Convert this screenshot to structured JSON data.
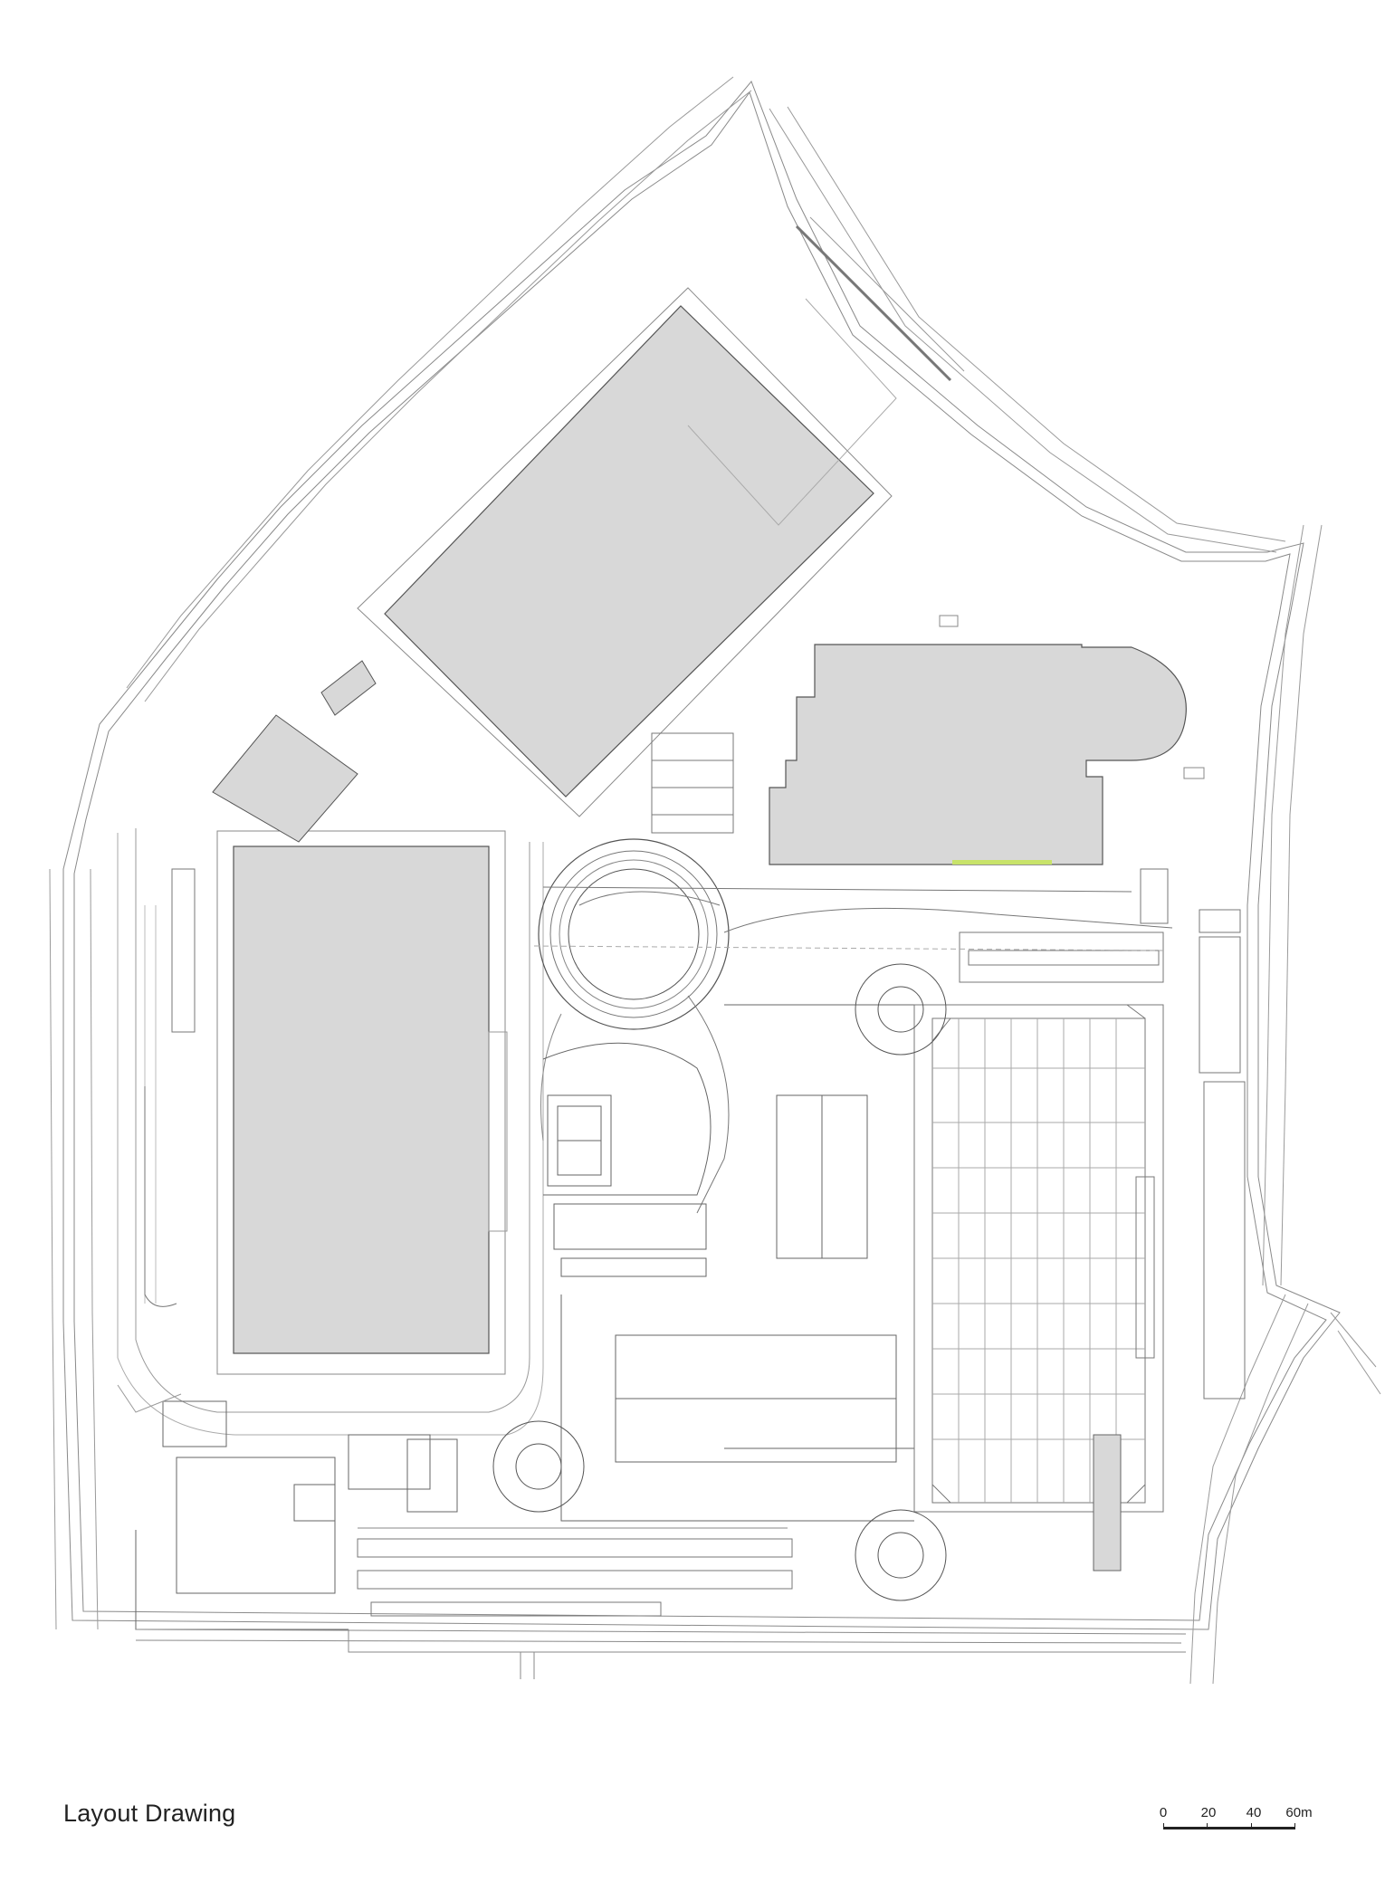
{
  "caption": "Layout Drawing",
  "scale_bar": {
    "labels": [
      "0",
      "20",
      "40",
      "60m"
    ]
  },
  "colors": {
    "building_fill": "#d8d8d8",
    "line": "#555555",
    "light_line": "#9a9a9a",
    "accent_strip": "#c8e36a",
    "text": "#222222"
  }
}
